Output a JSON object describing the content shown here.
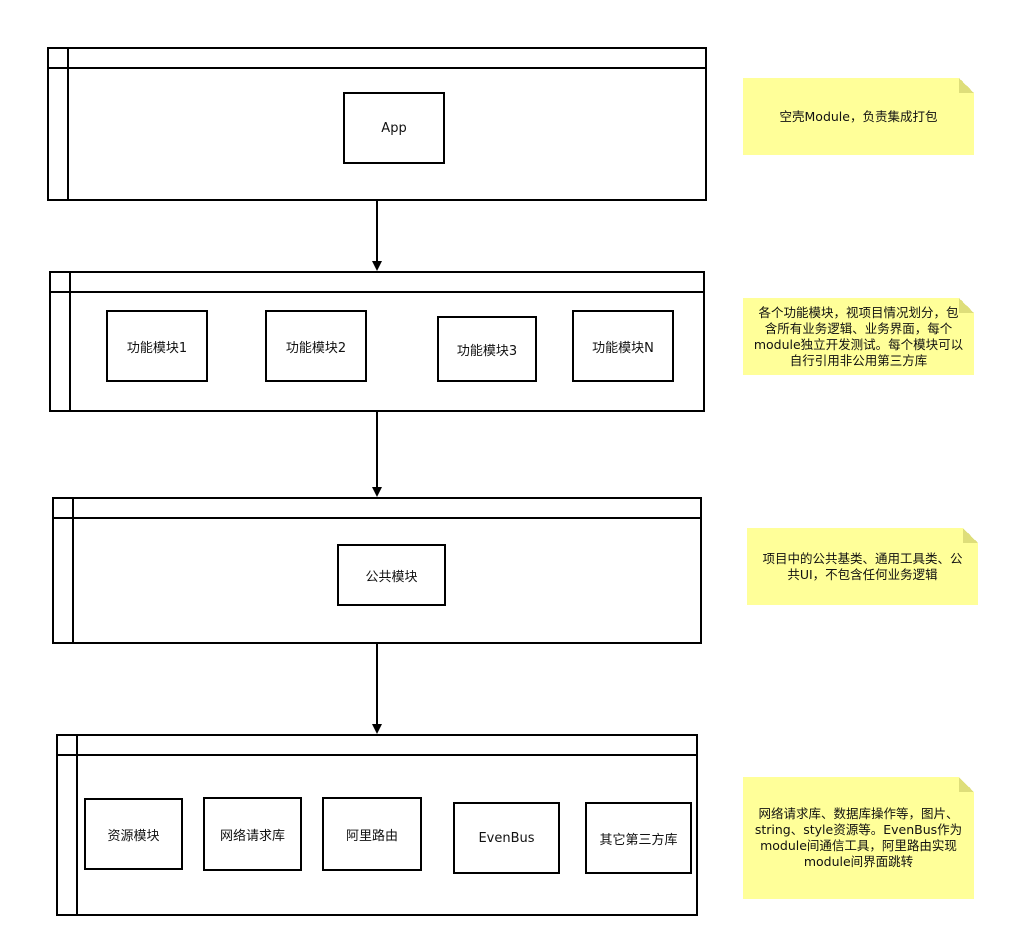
{
  "layers": {
    "app": {
      "nodes": [
        "App"
      ]
    },
    "feature": {
      "nodes": [
        "功能模块1",
        "功能模块2",
        "功能模块3",
        "功能模块N"
      ]
    },
    "common": {
      "nodes": [
        "公共模块"
      ]
    },
    "base": {
      "nodes": [
        "资源模块",
        "网络请求库",
        "阿里路由",
        "EvenBus",
        "其它第三方库"
      ]
    }
  },
  "notes": {
    "app": "空壳Module，负责集成打包",
    "feature": "各个功能模块，视项目情况划分，包含所有业务逻辑、业务界面，每个module独立开发测试。每个模块可以自行引用非公用第三方库",
    "common": "项目中的公共基类、通用工具类、公共UI，不包含任何业务逻辑",
    "base": "网络请求库、数据库操作等，图片、string、style资源等。EvenBus作为module间通信工具，阿里路由实现module间界面跳转"
  },
  "colors": {
    "note_fill": "#ffff99",
    "stroke": "#000000"
  }
}
